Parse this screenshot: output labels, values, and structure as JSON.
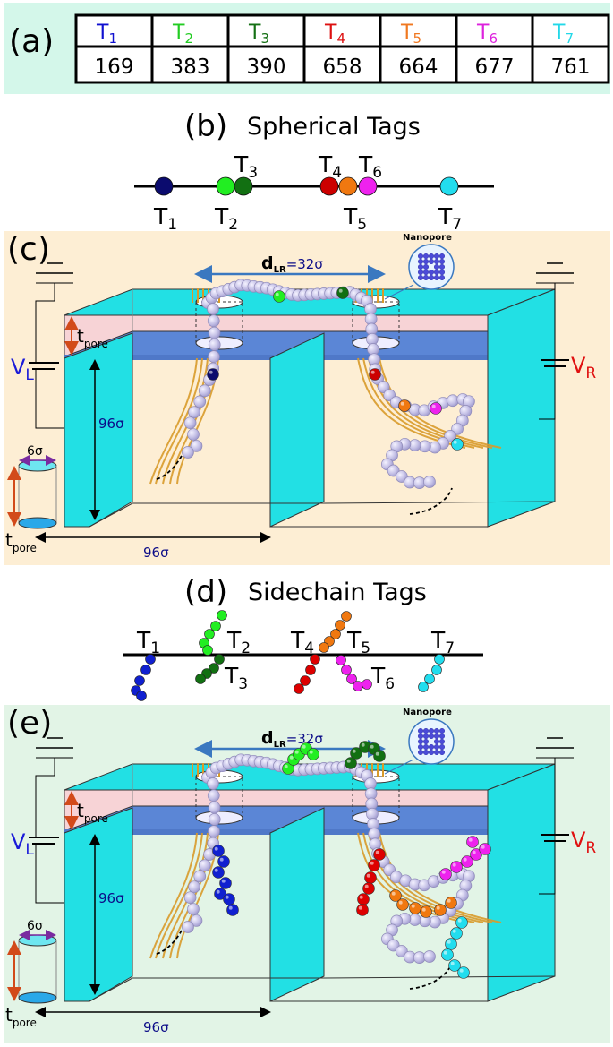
{
  "panel_a": {
    "label": "(a)",
    "tags": [
      {
        "name": "T",
        "sub": "1",
        "value": "169",
        "color": "#1010d0"
      },
      {
        "name": "T",
        "sub": "2",
        "value": "383",
        "color": "#22cc22"
      },
      {
        "name": "T",
        "sub": "3",
        "value": "390",
        "color": "#157015"
      },
      {
        "name": "T",
        "sub": "4",
        "value": "658",
        "color": "#dd1111"
      },
      {
        "name": "T",
        "sub": "5",
        "value": "664",
        "color": "#f07820"
      },
      {
        "name": "T",
        "sub": "6",
        "value": "677",
        "color": "#dd22dd"
      },
      {
        "name": "T",
        "sub": "7",
        "value": "761",
        "color": "#22d8e8"
      }
    ]
  },
  "panel_b": {
    "label": "(b)",
    "title": "Spherical Tags",
    "tags": [
      {
        "sub": "1",
        "color": "#0b0b6e"
      },
      {
        "sub": "2",
        "color": "#22ee22"
      },
      {
        "sub": "3",
        "color": "#127012"
      },
      {
        "sub": "4",
        "color": "#cc0000"
      },
      {
        "sub": "5",
        "color": "#f07810"
      },
      {
        "sub": "6",
        "color": "#ee22ee"
      },
      {
        "sub": "7",
        "color": "#22ddee"
      }
    ]
  },
  "panel_c": {
    "label": "(c)",
    "background": "#fdeed4",
    "nanopore_label": "Nanopore",
    "d_lr_main": "d",
    "d_lr_sub": "LR",
    "d_lr_value": "=32σ",
    "height_label": "96σ",
    "width_label": "96σ",
    "pore_diameter": "6σ",
    "t_pore_main": "t",
    "t_pore_sub": "pore",
    "v_left_main": "V",
    "v_left_sub": "L",
    "v_right_main": "V",
    "v_right_sub": "R"
  },
  "panel_d": {
    "label": "(d)",
    "title": "Sidechain Tags",
    "tags": [
      {
        "sub": "1",
        "color": "#1020d0"
      },
      {
        "sub": "2",
        "color": "#22ee22"
      },
      {
        "sub": "3",
        "color": "#127012"
      },
      {
        "sub": "4",
        "color": "#dd0000"
      },
      {
        "sub": "5",
        "color": "#f07810"
      },
      {
        "sub": "6",
        "color": "#ee22ee"
      },
      {
        "sub": "7",
        "color": "#22ddee"
      }
    ]
  },
  "panel_e": {
    "label": "(e)",
    "background": "#e2f4e6",
    "nanopore_label": "Nanopore",
    "d_lr_main": "d",
    "d_lr_sub": "LR",
    "d_lr_value": "=32σ",
    "height_label": "96σ",
    "width_label": "96σ",
    "pore_diameter": "6σ",
    "t_pore_main": "t",
    "t_pore_sub": "pore",
    "v_left_main": "V",
    "v_left_sub": "L",
    "v_right_main": "V",
    "v_right_sub": "R"
  },
  "colors": {
    "panel_a_bg": "#d4f7ea",
    "cyan_face": "#22e0e4",
    "blue_band": "#5b86d6",
    "pink_band": "#f7d3d6",
    "bead": "#c4c0e6",
    "bead_stroke": "#8f8ab8",
    "fiber": "#d89a2a",
    "arrow_blue": "#3a78c0",
    "orange_arrow": "#d24a1a",
    "navy_text": "#0c0c88",
    "v_left": "#1a1ad8",
    "v_right": "#e01010"
  }
}
